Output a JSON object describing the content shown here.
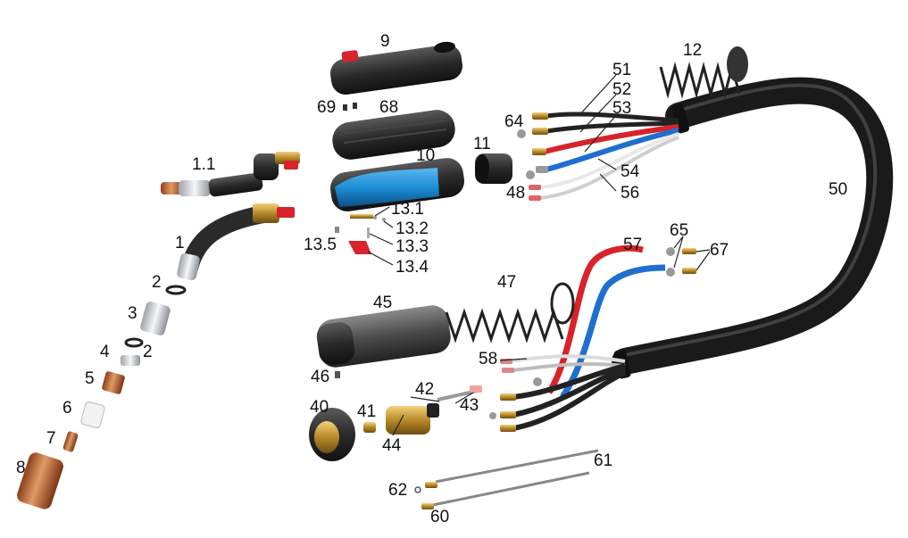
{
  "labels": {
    "l1": "1",
    "l1_1": "1.1",
    "l2a": "2",
    "l2b": "2",
    "l3": "3",
    "l4": "4",
    "l5": "5",
    "l6": "6",
    "l7": "7",
    "l8": "8",
    "l9": "9",
    "l10": "10",
    "l11": "11",
    "l12": "12",
    "l13_1": "13.1",
    "l13_2": "13.2",
    "l13_3": "13.3",
    "l13_4": "13.4",
    "l13_5": "13.5",
    "l40": "40",
    "l41": "41",
    "l42": "42",
    "l43": "43",
    "l44": "44",
    "l45": "45",
    "l46": "46",
    "l47": "47",
    "l48": "48",
    "l50": "50",
    "l51": "51",
    "l52": "52",
    "l53": "53",
    "l54": "54",
    "l56": "56",
    "l57": "57",
    "l58": "58",
    "l60": "60",
    "l61": "61",
    "l62": "62",
    "l64": "64",
    "l65": "65",
    "l67": "67",
    "l68": "68",
    "l69": "69"
  },
  "colors": {
    "cable": "#2b2b2b",
    "handle_blue": "#1e8fd6",
    "red_wire": "#d8232a",
    "blue_wire": "#1f6fd0",
    "copper": "#c8743a",
    "brass": "#c9a23a",
    "silver": "#d9dcdf"
  }
}
